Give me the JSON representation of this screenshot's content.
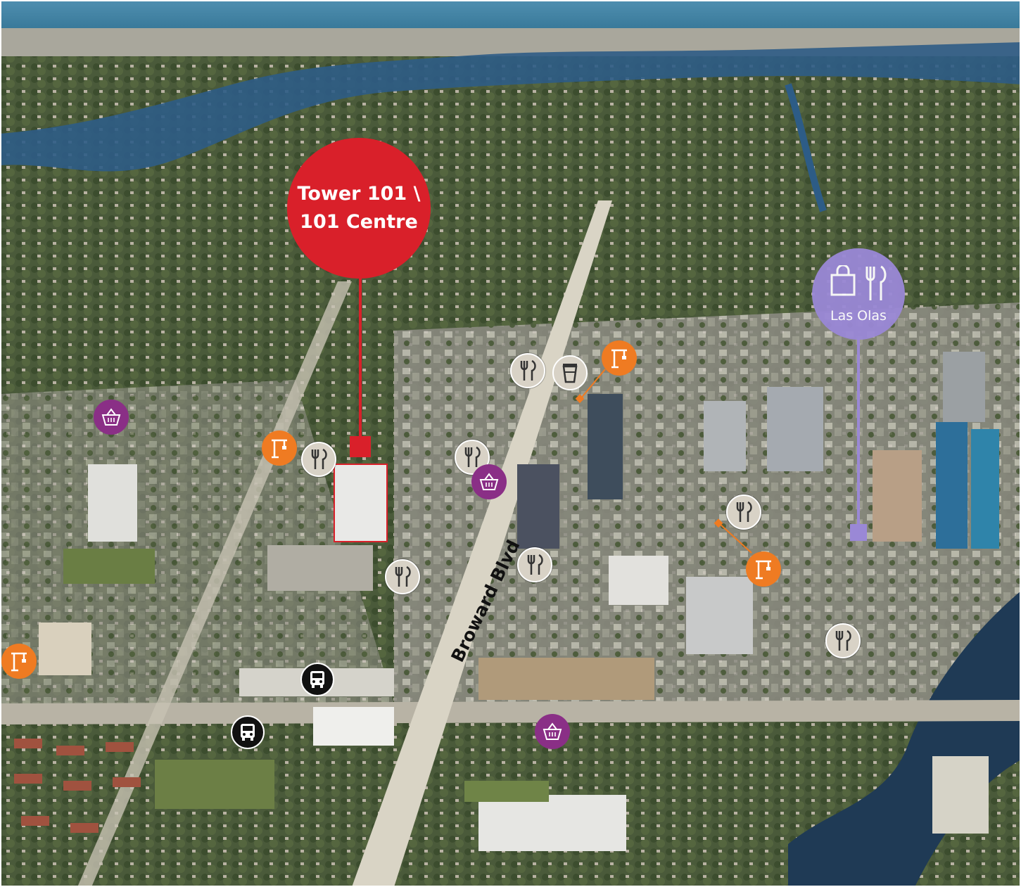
{
  "map": {
    "featured_property": {
      "label_line1": "Tower 101 \\",
      "label_line2": "101 Centre",
      "color": "#d9202a"
    },
    "district_label": {
      "name": "Las Olas",
      "icons": [
        "shopping-bag-icon",
        "fork-knife-icon"
      ],
      "color": "#9a88d6"
    },
    "street_label": "Broward Blvd",
    "legend_colors": {
      "restaurant": "#d8d2c6",
      "construction": "#ef7b22",
      "grocery": "#8a2f86",
      "bus": "#111111"
    },
    "poi_icons": {
      "restaurant": "fork-knife-icon",
      "construction": "crane-icon",
      "grocery": "basket-icon",
      "bus": "bus-icon",
      "cafe": "coffee-cup-icon"
    }
  }
}
